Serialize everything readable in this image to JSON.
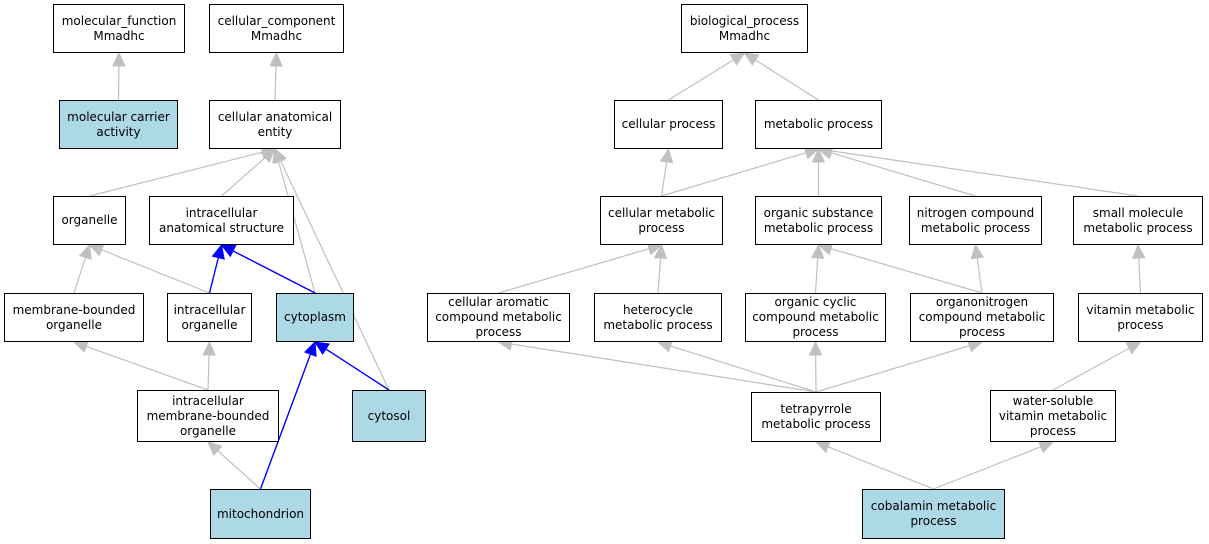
{
  "colors": {
    "highlight_fill": "#add8e6",
    "node_fill": "#ffffff",
    "border": "#000000",
    "edge_default": "#c0c0c0",
    "edge_highlight": "#0000ff"
  },
  "nodes": {
    "mf": {
      "label": "molecular_function\nMmadhc",
      "highlighted": false
    },
    "cc": {
      "label": "cellular_component\nMmadhc",
      "highlighted": false
    },
    "bp": {
      "label": "biological_process\nMmadhc",
      "highlighted": false
    },
    "mca": {
      "label": "molecular carrier\nactivity",
      "highlighted": true
    },
    "cae": {
      "label": "cellular anatomical\nentity",
      "highlighted": false
    },
    "org": {
      "label": "organelle",
      "highlighted": false
    },
    "ias": {
      "label": "intracellular\nanatomical structure",
      "highlighted": false
    },
    "mbo": {
      "label": "membrane-bounded\norganelle",
      "highlighted": false
    },
    "io": {
      "label": "intracellular\norganelle",
      "highlighted": false
    },
    "cyto": {
      "label": "cytoplasm",
      "highlighted": true
    },
    "imbo": {
      "label": "intracellular\nmembrane-bounded\norganelle",
      "highlighted": false
    },
    "cytosol": {
      "label": "cytosol",
      "highlighted": true
    },
    "mito": {
      "label": "mitochondrion",
      "highlighted": true
    },
    "cp": {
      "label": "cellular process",
      "highlighted": false
    },
    "mp": {
      "label": "metabolic process",
      "highlighted": false
    },
    "cmp": {
      "label": "cellular metabolic\nprocess",
      "highlighted": false
    },
    "osmp": {
      "label": "organic substance\nmetabolic process",
      "highlighted": false
    },
    "ncmp": {
      "label": "nitrogen compound\nmetabolic process",
      "highlighted": false
    },
    "smmp": {
      "label": "small molecule\nmetabolic process",
      "highlighted": false
    },
    "cacmp": {
      "label": "cellular aromatic\ncompound metabolic\nprocess",
      "highlighted": false
    },
    "hmp": {
      "label": "heterocycle\nmetabolic process",
      "highlighted": false
    },
    "occmp": {
      "label": "organic cyclic\ncompound metabolic\nprocess",
      "highlighted": false
    },
    "oncmp": {
      "label": "organonitrogen\ncompound metabolic\nprocess",
      "highlighted": false
    },
    "vmp": {
      "label": "vitamin metabolic\nprocess",
      "highlighted": false
    },
    "tmp": {
      "label": "tetrapyrrole\nmetabolic process",
      "highlighted": false
    },
    "wsvmp": {
      "label": "water-soluble\nvitamin metabolic\nprocess",
      "highlighted": false
    },
    "cobmp": {
      "label": "cobalamin metabolic\nprocess",
      "highlighted": true
    }
  },
  "edges": [
    {
      "from": "mca",
      "to": "mf",
      "highlighted": false
    },
    {
      "from": "cae",
      "to": "cc",
      "highlighted": false
    },
    {
      "from": "org",
      "to": "cae",
      "highlighted": false
    },
    {
      "from": "ias",
      "to": "cae",
      "highlighted": false
    },
    {
      "from": "cyto",
      "to": "cae",
      "highlighted": false
    },
    {
      "from": "cytosol",
      "to": "cae",
      "highlighted": false
    },
    {
      "from": "mbo",
      "to": "org",
      "highlighted": false
    },
    {
      "from": "io",
      "to": "org",
      "highlighted": false
    },
    {
      "from": "io",
      "to": "ias",
      "highlighted": true
    },
    {
      "from": "cyto",
      "to": "ias",
      "highlighted": true
    },
    {
      "from": "imbo",
      "to": "mbo",
      "highlighted": false
    },
    {
      "from": "imbo",
      "to": "io",
      "highlighted": false
    },
    {
      "from": "mito",
      "to": "imbo",
      "highlighted": false
    },
    {
      "from": "mito",
      "to": "cyto",
      "highlighted": true
    },
    {
      "from": "cytosol",
      "to": "cyto",
      "highlighted": true
    },
    {
      "from": "cp",
      "to": "bp",
      "highlighted": false
    },
    {
      "from": "mp",
      "to": "bp",
      "highlighted": false
    },
    {
      "from": "cmp",
      "to": "cp",
      "highlighted": false
    },
    {
      "from": "cmp",
      "to": "mp",
      "highlighted": false
    },
    {
      "from": "osmp",
      "to": "mp",
      "highlighted": false
    },
    {
      "from": "ncmp",
      "to": "mp",
      "highlighted": false
    },
    {
      "from": "smmp",
      "to": "mp",
      "highlighted": false
    },
    {
      "from": "cacmp",
      "to": "cmp",
      "highlighted": false
    },
    {
      "from": "hmp",
      "to": "cmp",
      "highlighted": false
    },
    {
      "from": "occmp",
      "to": "osmp",
      "highlighted": false
    },
    {
      "from": "oncmp",
      "to": "osmp",
      "highlighted": false
    },
    {
      "from": "oncmp",
      "to": "ncmp",
      "highlighted": false
    },
    {
      "from": "vmp",
      "to": "smmp",
      "highlighted": false
    },
    {
      "from": "tmp",
      "to": "cacmp",
      "highlighted": false
    },
    {
      "from": "tmp",
      "to": "hmp",
      "highlighted": false
    },
    {
      "from": "tmp",
      "to": "occmp",
      "highlighted": false
    },
    {
      "from": "tmp",
      "to": "oncmp",
      "highlighted": false
    },
    {
      "from": "wsvmp",
      "to": "vmp",
      "highlighted": false
    },
    {
      "from": "cobmp",
      "to": "tmp",
      "highlighted": false
    },
    {
      "from": "cobmp",
      "to": "wsvmp",
      "highlighted": false
    }
  ]
}
